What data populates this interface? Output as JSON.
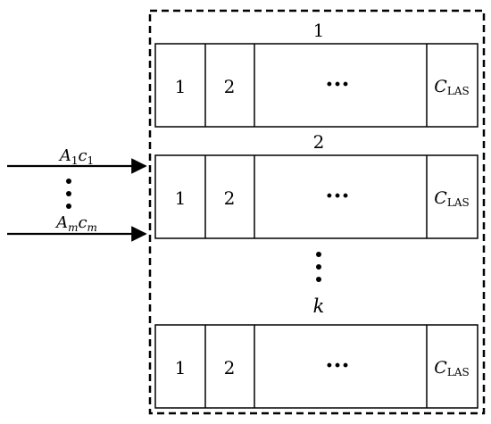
{
  "input_labels": [
    {
      "letter": "A",
      "sub": "1",
      "c_letter": "c",
      "c_sub": "1"
    },
    {
      "letter": "A",
      "sub": "m",
      "c_letter": "c",
      "c_sub": "m"
    }
  ],
  "layers": [
    {
      "label": "1",
      "cells": [
        "1",
        "2",
        "···"
      ],
      "last_cell": {
        "main": "C",
        "sub": "LAS"
      }
    },
    {
      "label": "2",
      "cells": [
        "1",
        "2",
        "···"
      ],
      "last_cell": {
        "main": "C",
        "sub": "LAS"
      }
    },
    {
      "label": "k",
      "cells": [
        "1",
        "2",
        "···"
      ],
      "last_cell": {
        "main": "C",
        "sub": "LAS"
      }
    }
  ]
}
